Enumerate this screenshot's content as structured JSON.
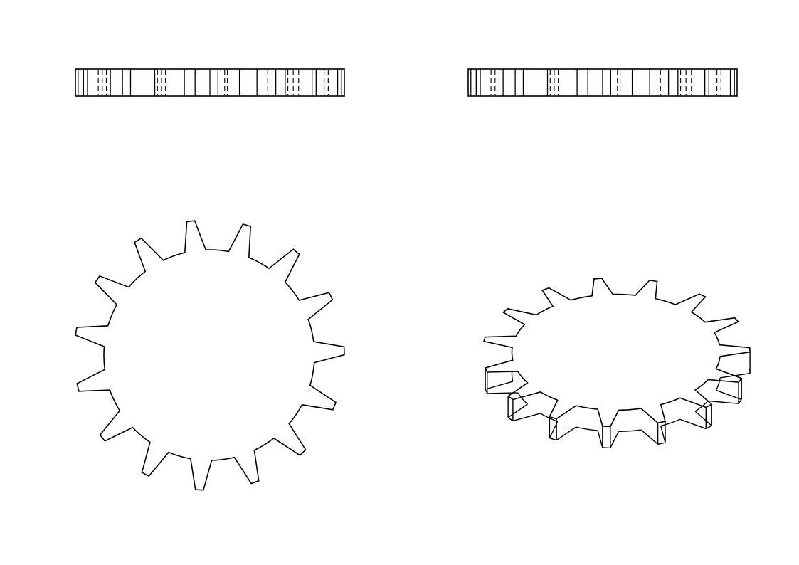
{
  "drawing": {
    "tooth_count": 15,
    "line_color": "#000000",
    "background_color": "#ffffff",
    "views": [
      "front-edge-view",
      "top-edge-view",
      "plan-view",
      "isometric-view"
    ]
  }
}
